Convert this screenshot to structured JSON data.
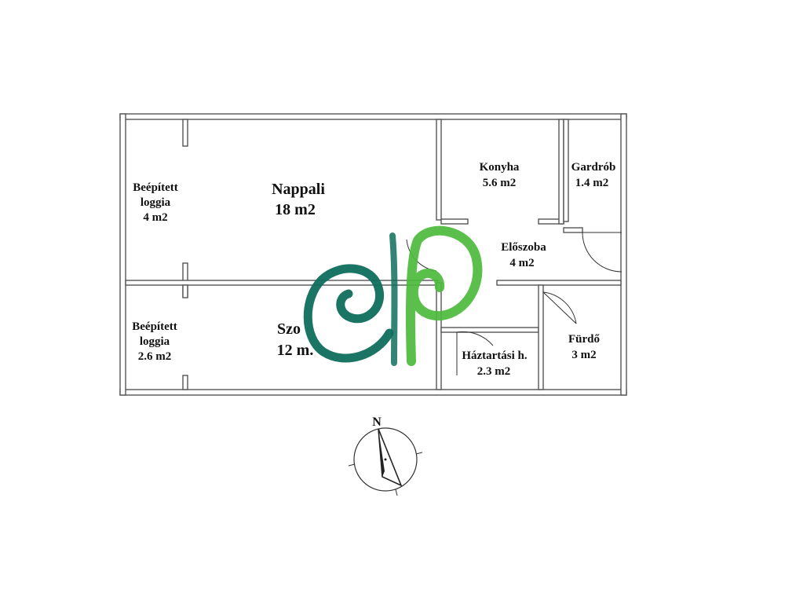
{
  "rooms": {
    "loggia_top": {
      "line1": "Beépített",
      "line2": "loggia",
      "area": "4 m2"
    },
    "nappali": {
      "name": "Nappali",
      "area": "18 m2"
    },
    "konyha": {
      "name": "Konyha",
      "area": "5.6 m2"
    },
    "gardrob": {
      "name": "Gardrób",
      "area": "1.4 m2"
    },
    "eloszoba": {
      "name": "Előszoba",
      "area": "4 m2"
    },
    "loggia_bottom": {
      "line1": "Beépített",
      "line2": "loggia",
      "area": "2.6 m2"
    },
    "szoba": {
      "name": "Szo",
      "area": "12 m."
    },
    "haztartasi": {
      "name": "Háztartási h.",
      "area": "2.3 m2"
    },
    "furdo": {
      "name": "Fürdő",
      "area": "3 m2"
    }
  },
  "compass": {
    "label": "N"
  },
  "colors": {
    "logo_dark": "#0f6e5c",
    "logo_light": "#4cbb3c",
    "wall": "#555555"
  }
}
